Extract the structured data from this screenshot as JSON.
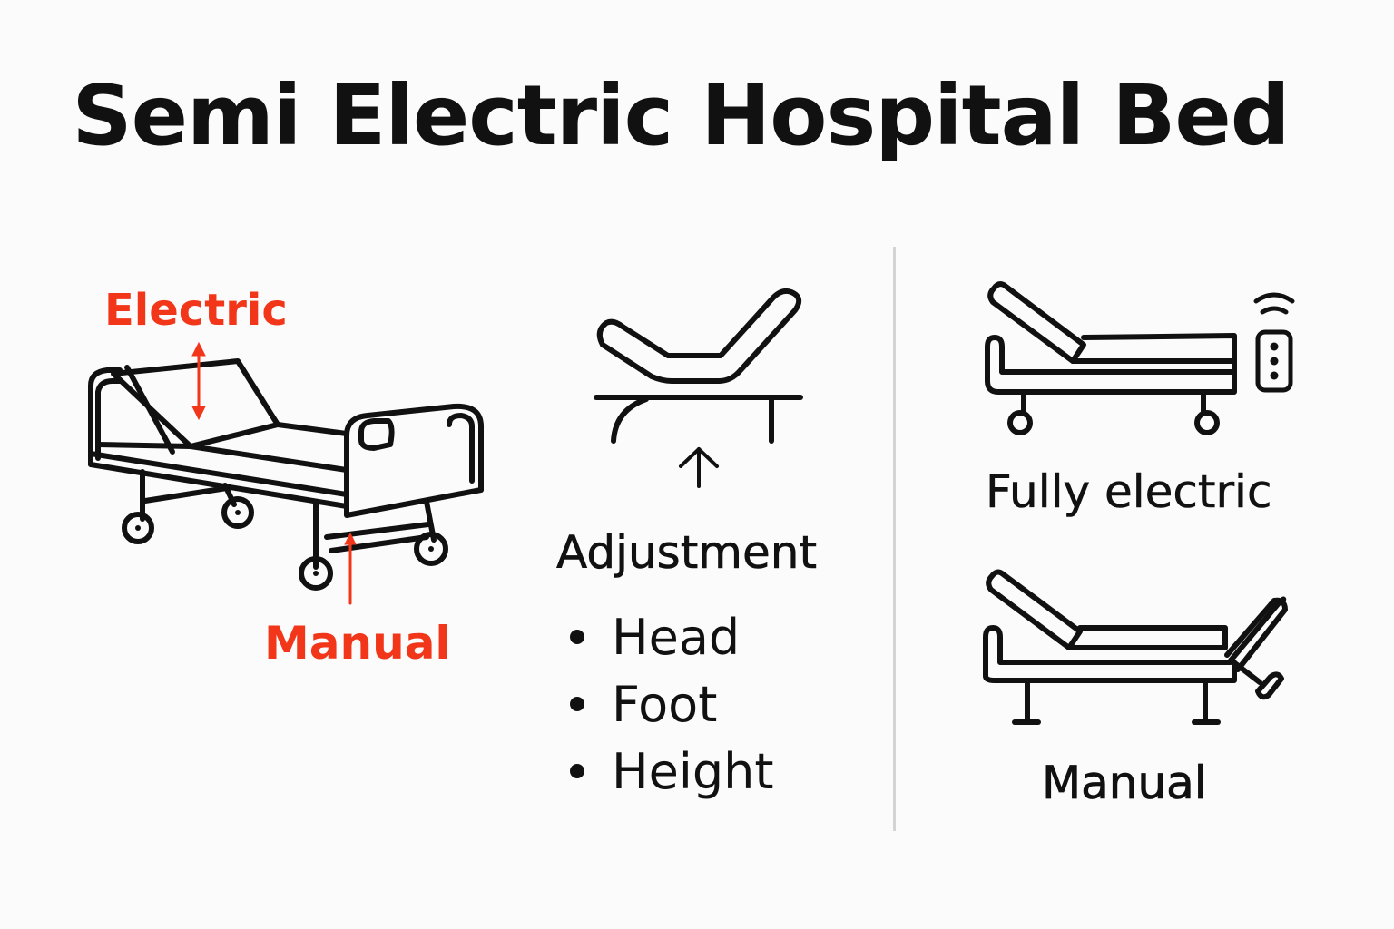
{
  "title": "Semi Electric Hospital Bed",
  "colors": {
    "accent": "#f2361a",
    "line": "#111111",
    "divider": "#d4d4d4",
    "background": "#fbfbfb"
  },
  "left_panel": {
    "electric_label": "Electric",
    "manual_label": "Manual",
    "icon": "semi-electric-bed-icon"
  },
  "middle_panel": {
    "icon": "adjustable-mattress-icon",
    "arrow_icon": "up-arrow-icon",
    "heading": "Adjustment",
    "items": [
      "Head",
      "Foot",
      "Height"
    ]
  },
  "right_panel": {
    "fully_electric": {
      "label": "Fully electric",
      "icon": "fully-electric-bed-icon",
      "remote_icon": "remote-control-icon"
    },
    "manual": {
      "label": "Manual",
      "icon": "manual-bed-icon",
      "crank_icon": "hand-crank-icon"
    }
  }
}
